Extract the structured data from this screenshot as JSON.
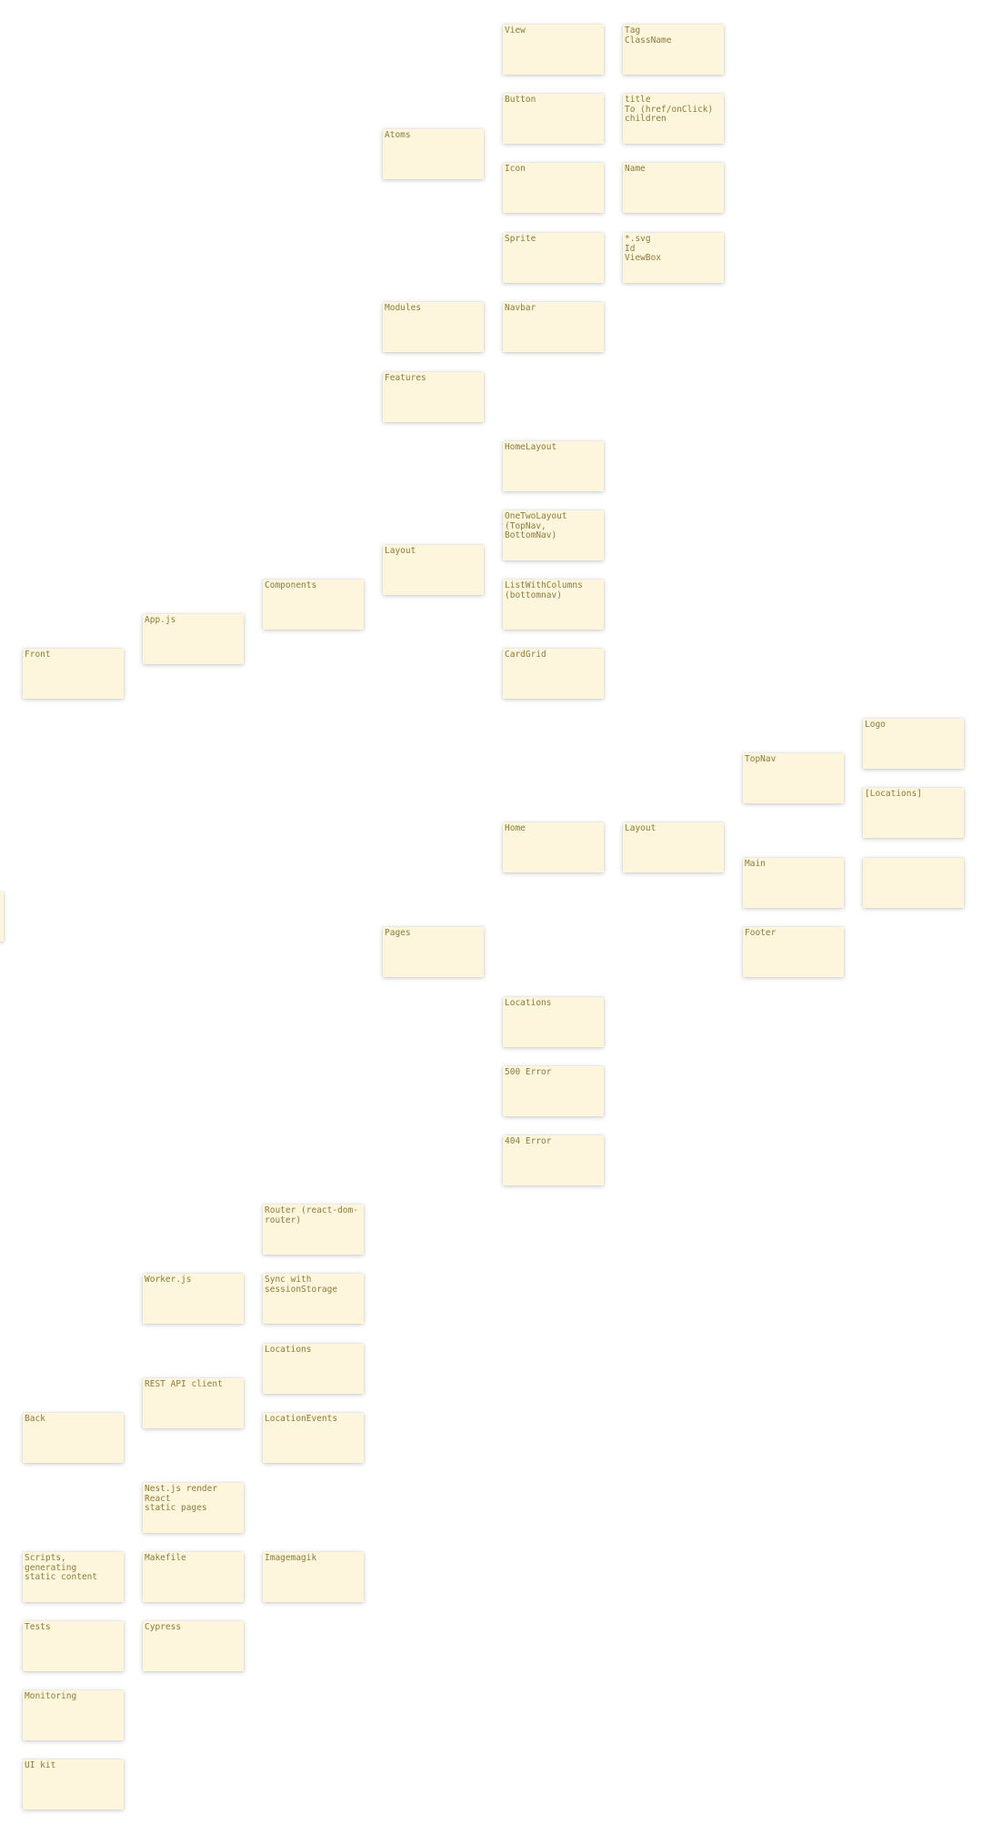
{
  "notes": {
    "front": "Front",
    "app_js": "App.js",
    "components": "Components",
    "atoms": "Atoms",
    "modules": "Modules",
    "features": "Features",
    "layout": "Layout",
    "pages": "Pages",
    "view": "View",
    "view_props": "Tag\nClassName",
    "button": "Button",
    "button_props": "title\nTo (href/onClick)\nchildren",
    "icon": "Icon",
    "icon_props": "Name",
    "sprite": "Sprite",
    "sprite_props": "*.svg\nId\nViewBox",
    "navbar": "Navbar",
    "home_layout": "HomeLayout",
    "one_two_layout": "OneTwoLayout\n(TopNav, BottomNav)",
    "list_with_columns": "ListWithColumns\n(bottomnav)",
    "card_grid": "CardGrid",
    "home": "Home",
    "home_layout_child": "Layout",
    "top_nav": "TopNav",
    "main": "Main",
    "footer": "Footer",
    "logo": "Logo",
    "locations_bracket": "[Locations]",
    "empty_note": "",
    "locations_page": "Locations",
    "error_500": "500 Error",
    "error_404": "404 Error",
    "router": "Router (react-dom-\nrouter)",
    "worker_js": "Worker.js",
    "sync_session": "Sync with\nsessionStorage",
    "back": "Back",
    "rest_api_client": "REST API client",
    "locations_api": "Locations",
    "location_events": "LocationEvents",
    "nest_render": "Nest.js render React\nstatic pages",
    "scripts": "Scripts, generating\nstatic content",
    "makefile": "Makefile",
    "imagemagik": "Imagemagik",
    "tests": "Tests",
    "cypress": "Cypress",
    "monitoring": "Monitoring",
    "ui_kit": "UI kit"
  },
  "colors": {
    "note_background": "#fdf6dc",
    "note_text": "#8c7b3e"
  }
}
